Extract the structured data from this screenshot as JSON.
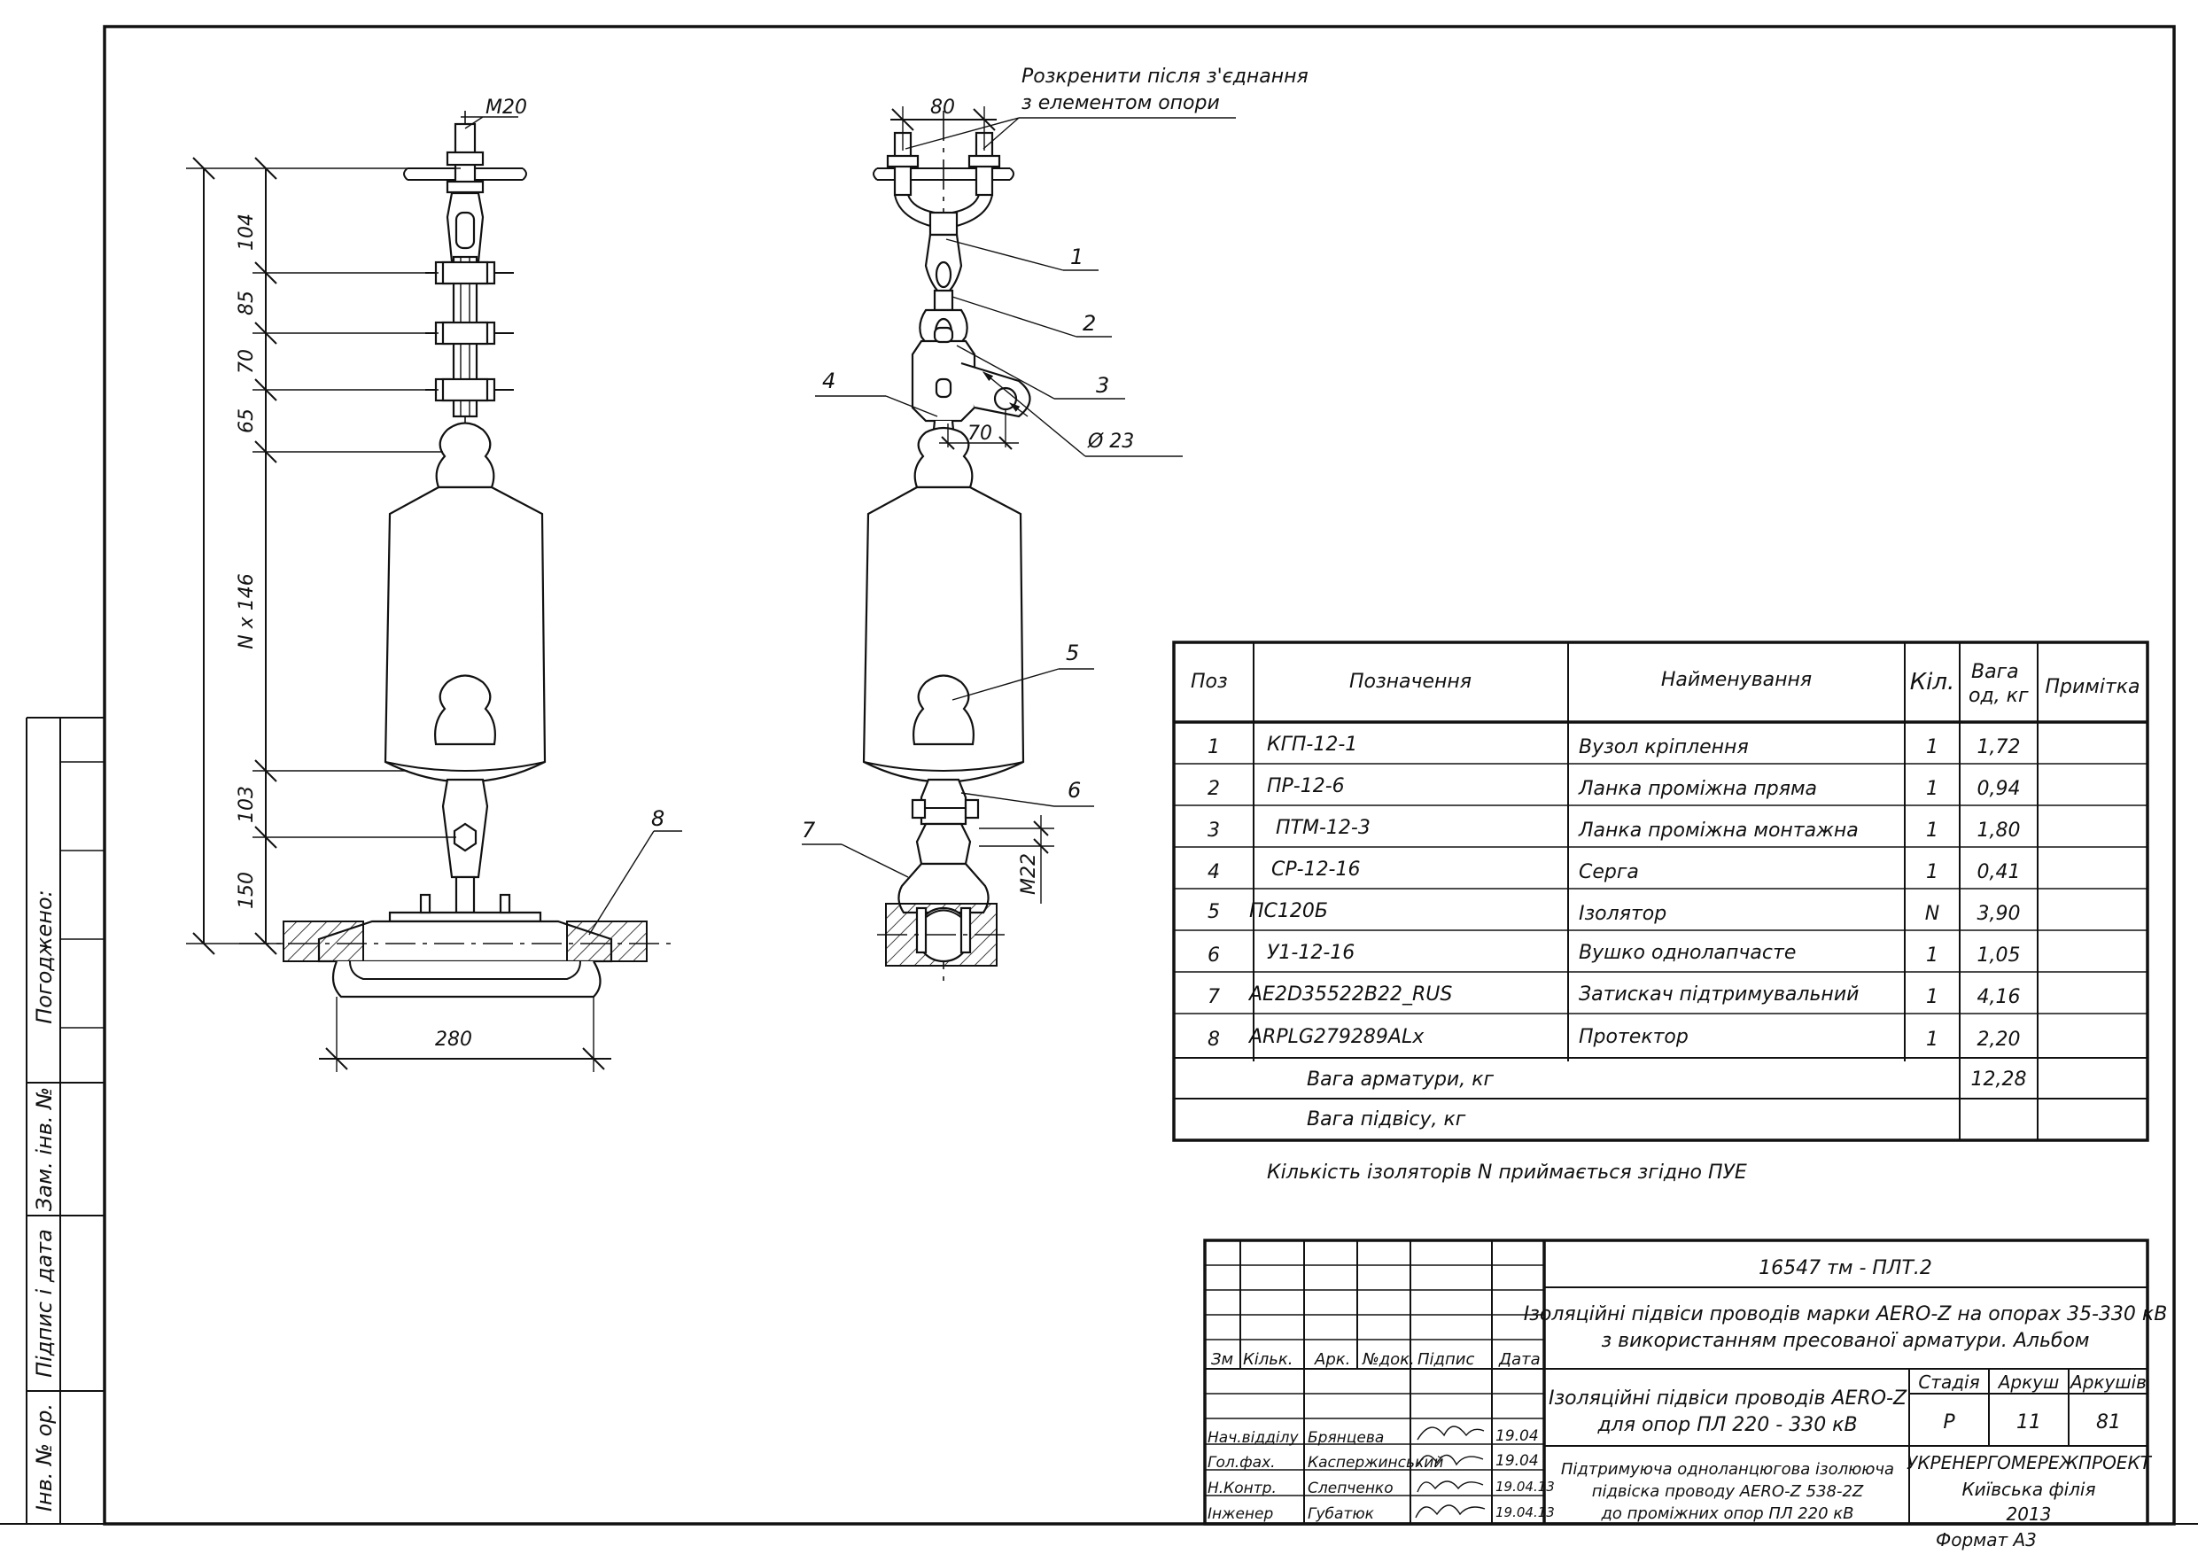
{
  "drawing": {
    "note_top": [
      "Розкренити після з'єднання",
      "з елементом опори"
    ],
    "dims_left": [
      "M20",
      "104",
      "85",
      "70",
      "65",
      "N x 146",
      "103",
      "150",
      "280"
    ],
    "dims_right": [
      "80",
      "70",
      "Ø 23",
      "M22"
    ],
    "leaders": [
      "1",
      "2",
      "3",
      "4",
      "5",
      "6",
      "7",
      "8"
    ],
    "note_bottom": "Кількість ізоляторів N приймається згідно ПУЕ"
  },
  "spec": {
    "headers": {
      "pos": "Поз",
      "designation": "Позначення",
      "name": "Найменування",
      "qty": "Кіл.",
      "weight": [
        "Вага",
        "од, кг"
      ],
      "note": "Примітка"
    },
    "rows": [
      {
        "pos": "1",
        "designation": "КГП-12-1",
        "name": "Вузол кріплення",
        "qty": "1",
        "weight": "1,72"
      },
      {
        "pos": "2",
        "designation": "ПР-12-6",
        "name": "Ланка проміжна пряма",
        "qty": "1",
        "weight": "0,94"
      },
      {
        "pos": "3",
        "designation": "ПТМ-12-3",
        "name": "Ланка проміжна монтажна",
        "qty": "1",
        "weight": "1,80"
      },
      {
        "pos": "4",
        "designation": "СР-12-16",
        "name": "Серга",
        "qty": "1",
        "weight": "0,41"
      },
      {
        "pos": "5",
        "designation": "ПС120Б",
        "name": "Ізолятор",
        "qty": "N",
        "weight": "3,90"
      },
      {
        "pos": "6",
        "designation": "У1-12-16",
        "name": "Вушко однолапчасте",
        "qty": "1",
        "weight": "1,05"
      },
      {
        "pos": "7",
        "designation": "AE2D35522B22_RUS",
        "name": "Затискач підтримувальний",
        "qty": "1",
        "weight": "4,16"
      },
      {
        "pos": "8",
        "designation": "ARPLG279289ALx",
        "name": "Протектор",
        "qty": "1",
        "weight": "2,20"
      }
    ],
    "totals": [
      {
        "label": "Вага арматури,  кг",
        "value": "12,28"
      },
      {
        "label": "Вага підвісу,  кг",
        "value": ""
      }
    ]
  },
  "sidebar": {
    "agreed": "Погоджено:",
    "replace_inv": "Зам. інв. №",
    "sign_date": "Підпис і дата",
    "inv_orig": "Інв. № ор."
  },
  "titleblock": {
    "code": "16547 тм - ПЛТ.2",
    "album_title": [
      "Ізоляційні підвіси проводів марки AERO-Z на опорах 35-330 кВ",
      "з використанням пресованої арматури. Альбом"
    ],
    "rev_headers": [
      "Зм",
      "Кільк.",
      "Арк.",
      "№док.",
      "Підпис",
      "Дата"
    ],
    "section_title": [
      "Ізоляційні підвіси проводів AERO-Z",
      "для опор ПЛ 220 - 330 кВ"
    ],
    "stage_headers": [
      "Стадія",
      "Аркуш",
      "Аркушів"
    ],
    "stage_values": [
      "Р",
      "11",
      "81"
    ],
    "sheet_title": [
      "Підтримуюча одноланцюгова ізолююча",
      "підвіска проводу AERO-Z 538-2Z",
      "до проміжних опор ПЛ 220 кВ"
    ],
    "org": [
      "УКРЕНЕРГОМЕРЕЖПРОЕКТ",
      "Київська філія",
      "2013"
    ],
    "staff": [
      {
        "role": "Нач.відділу",
        "name": "Брянцева",
        "date": "19.04"
      },
      {
        "role": "Гол.фах.",
        "name": "Каспержинський",
        "date": "19.04"
      },
      {
        "role": "Н.Контр.",
        "name": "Слепченко",
        "date": "19.04.13"
      },
      {
        "role": "Інженер",
        "name": "Губатюк",
        "date": "19.04.13"
      }
    ],
    "format": "Формат А3"
  }
}
